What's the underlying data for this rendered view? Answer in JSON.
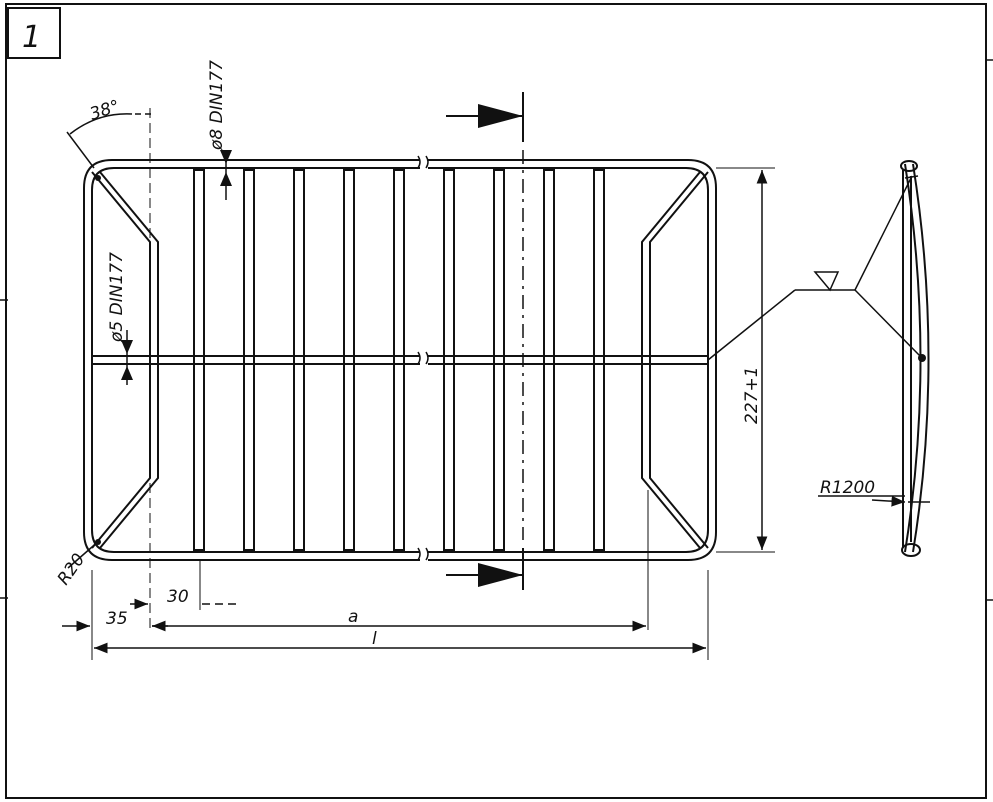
{
  "sheet": {
    "number": "1"
  },
  "annotations": {
    "angle": "38°",
    "wire_thick": "ø8 DIN177",
    "wire_thin": "ø5 DIN177",
    "corner_radius": "R20",
    "curve_radius": "R1200",
    "height": "227+1",
    "dim_35": "35",
    "dim_30": "30",
    "dim_a": "a",
    "dim_l": "l",
    "weld_symbol": "weld-triangle"
  }
}
